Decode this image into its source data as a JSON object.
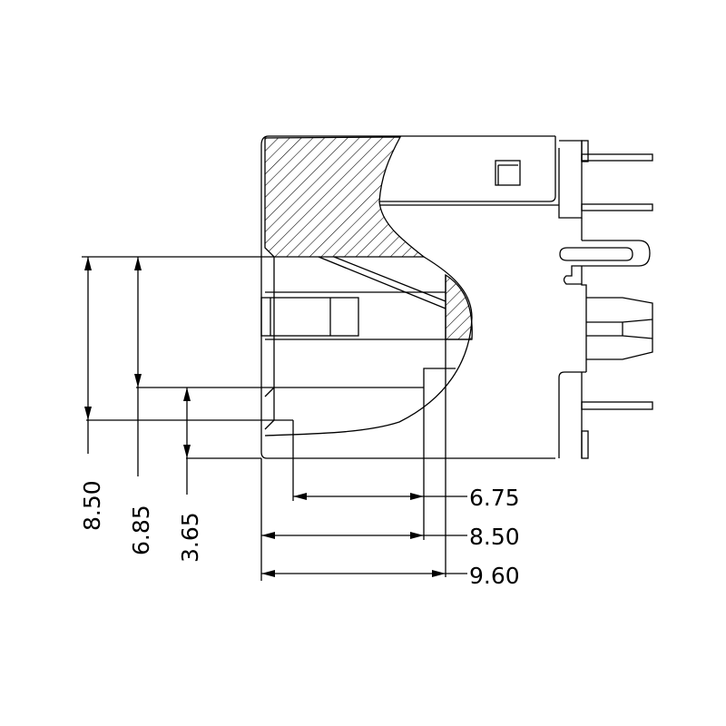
{
  "drawing": {
    "vertical_dimensions": [
      {
        "label": "8.50"
      },
      {
        "label": "6.85"
      },
      {
        "label": "3.65"
      }
    ],
    "horizontal_dimensions": [
      {
        "label": "6.75"
      },
      {
        "label": "8.50"
      },
      {
        "label": "9.60"
      }
    ],
    "hatch_color": "#000000",
    "line_color": "#000000"
  }
}
